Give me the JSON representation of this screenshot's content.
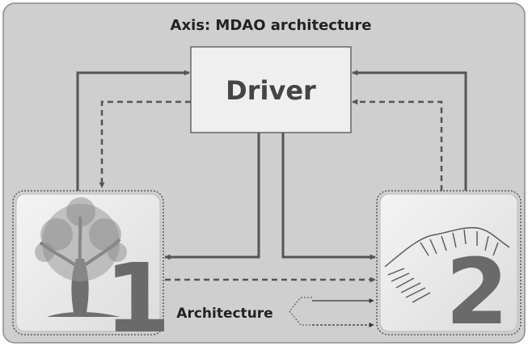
{
  "diagram": {
    "title": "Axis: MDAO architecture",
    "nodes": [
      {
        "id": "driver",
        "label": "Driver"
      },
      {
        "id": "discipline-1",
        "label": "1",
        "icon": "tree-icon"
      },
      {
        "id": "discipline-2",
        "label": "2",
        "icon": "mountain-icon"
      }
    ],
    "legend": {
      "label": "Architecture",
      "lines": [
        "solid",
        "dashed"
      ]
    }
  }
}
